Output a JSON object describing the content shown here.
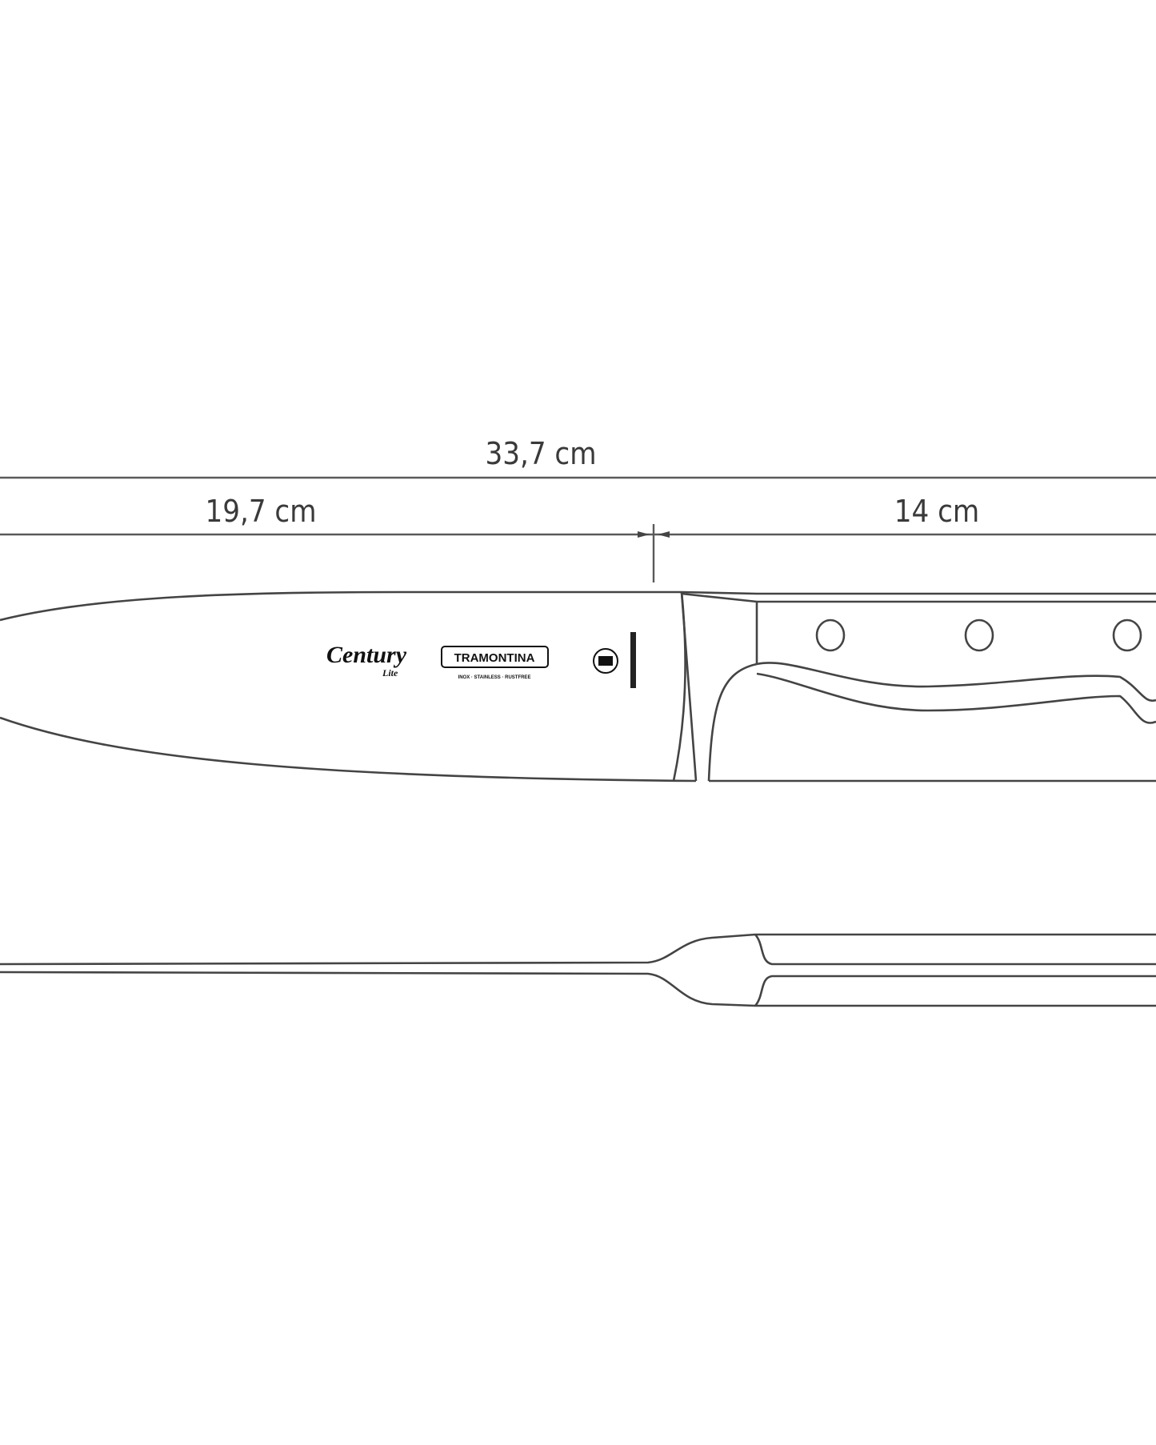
{
  "dimensions": {
    "total_length": "33,7 cm",
    "blade_length": "19,7 cm",
    "handle_length": "14 cm"
  },
  "blade_markings": {
    "line_name": "Century",
    "line_sub": "Lite",
    "brand": "TRAMONTINA",
    "material": "INOX · STAINLESS · RUSTFREE"
  },
  "colors": {
    "line": "#5a5a5a",
    "text": "#3a3a3a"
  }
}
